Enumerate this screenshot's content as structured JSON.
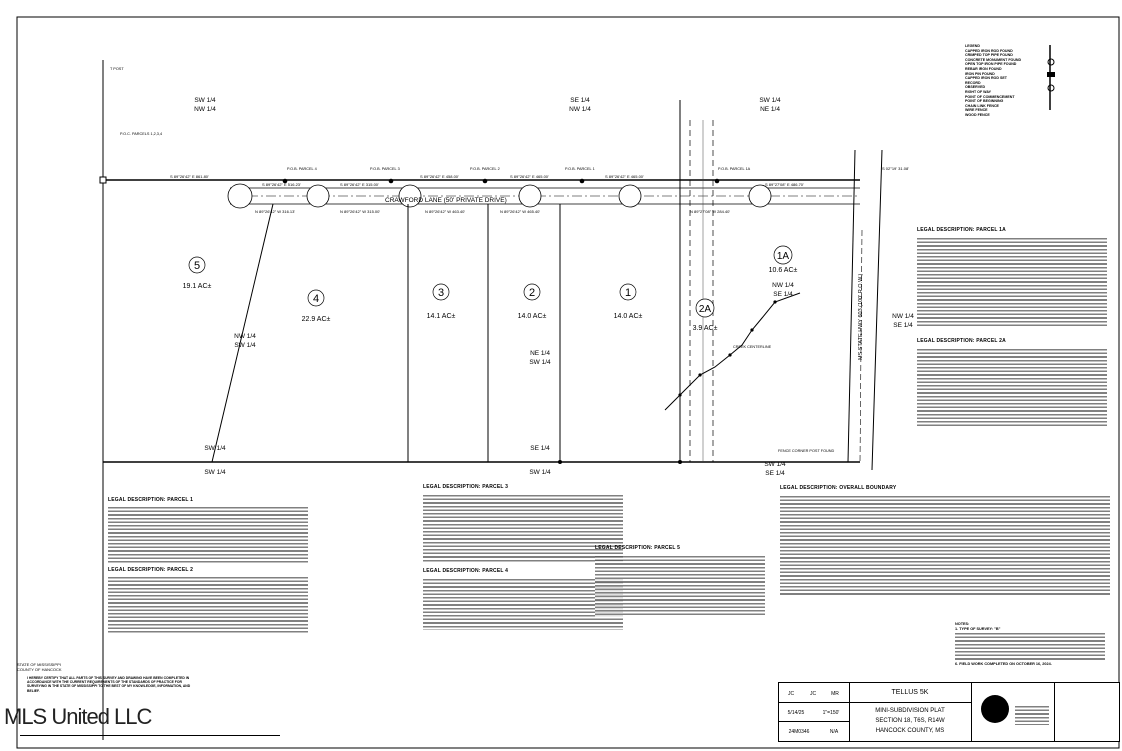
{
  "plat": {
    "road_label": "CRAWFORD LANE (50' PRIVATE DRIVE)",
    "highway_label": "MS STATE HWY 603 (100' R.O.W.)",
    "creek_label": "CREEK CENTERLINE",
    "fence_label": "FENCE CORNER POST FOUND",
    "tpost_label": "T POST",
    "parcels": [
      {
        "id": "5",
        "acres": "19.1 AC±"
      },
      {
        "id": "4",
        "acres": "22.9 AC±"
      },
      {
        "id": "3",
        "acres": "14.1 AC±"
      },
      {
        "id": "2",
        "acres": "14.0 AC±"
      },
      {
        "id": "1",
        "acres": "14.0 AC±"
      },
      {
        "id": "2A",
        "acres": "3.9 AC±"
      },
      {
        "id": "1A",
        "acres": "10.6 AC±"
      }
    ],
    "quarters": [
      {
        "a": "SW 1/4",
        "b": "NW 1/4"
      },
      {
        "a": "SE 1/4",
        "b": "NW 1/4"
      },
      {
        "a": "SW 1/4",
        "b": "NE 1/4"
      },
      {
        "a": "NW 1/4",
        "b": "SW 1/4"
      },
      {
        "a": "NE 1/4",
        "b": "SW 1/4"
      },
      {
        "a": "NW 1/4",
        "b": "SE 1/4"
      },
      {
        "a": "NW 1/4",
        "b": "SE 1/4"
      },
      {
        "a": "SW 1/4",
        "b": "SW 1/4"
      },
      {
        "a": "SE 1/4",
        "b": "SW 1/4"
      },
      {
        "a": "SW 1/4",
        "b": "SE 1/4"
      }
    ],
    "bearings": [
      "S 89°26'42\" E 861.80'",
      "S 89°26'42\" E 516.23'",
      "S 89°26'42\" E 315.00'",
      "S 89°26'42\" E 458.00'",
      "S 89°26'42\" E 465.00'",
      "S 89°26'42\" E 465.00'",
      "S 89°27'08\" E 486.70'",
      "N 89°26'42\" W 316.13'",
      "N 89°26'42\" W 315.00'",
      "N 89°26'42\" W 463.40'",
      "N 89°26'42\" W 465.40'",
      "N 89°27'08\" W 284.40'",
      "S 02°19' 31.08'"
    ],
    "pob_notes": [
      "P.O.B. PARCEL 4",
      "P.O.B. PARCEL 3",
      "P.O.B. PARCEL 2",
      "P.O.B. PARCEL 1",
      "P.O.B. PARCEL 1A",
      "P.O.C. PARCELS 1,2,3,4"
    ]
  },
  "legal": [
    {
      "title": "LEGAL DESCRIPTION: PARCEL 1"
    },
    {
      "title": "LEGAL DESCRIPTION: PARCEL 2"
    },
    {
      "title": "LEGAL DESCRIPTION: PARCEL 3"
    },
    {
      "title": "LEGAL DESCRIPTION: PARCEL 4"
    },
    {
      "title": "LEGAL DESCRIPTION: PARCEL 5"
    },
    {
      "title": "LEGAL DESCRIPTION: OVERALL BOUNDARY"
    },
    {
      "title": "LEGAL DESCRIPTION: PARCEL 1A"
    },
    {
      "title": "LEGAL DESCRIPTION: PARCEL 2A"
    }
  ],
  "state_county": {
    "line1": "STATE OF MISSISSIPPI",
    "line2": "COUNTY OF HANCOCK"
  },
  "certification": "I HEREBY CERTIFY THAT ALL PARTS OF THIS SURVEY AND DRAWING HAVE BEEN COMPLETED IN ACCORDANCE WITH THE CURRENT REQUIREMENTS OF THE STANDARDS OF PRACTICE FOR SURVEYING IN THE STATE OF MISSISSIPPI TO THE BEST OF MY KNOWLEDGE, INFORMATION, AND BELIEF.",
  "notes": {
    "title": "NOTES:",
    "items": [
      "1. TYPE OF SURVEY: \"B\"",
      "6. FIELD WORK COMPLETED ON OCTOBER 16, 2024."
    ]
  },
  "legend": {
    "title": "LEGEND",
    "items": [
      "CAPPED IRON ROD FOUND",
      "CRIMPED TOP PIPE FOUND",
      "CONCRETE MONUMENT FOUND",
      "OPEN TOP IRON PIPE FOUND",
      "REBAR IRON FOUND",
      "IRON PIN FOUND",
      "CAPPED IRON ROD SET",
      "RECORD",
      "OBSERVED",
      "RIGHT OF WAY",
      "POINT OF COMMENCEMENT",
      "POINT OF BEGINNING",
      "CHAIN LINK FENCE",
      "WIRE FENCE",
      "WOOD FENCE"
    ]
  },
  "title_block": {
    "drawn": "JC",
    "checked": "JC",
    "approved": "MR",
    "date": "5/14/25",
    "scale": "1\"=150'",
    "job": "24M0346",
    "sheet": "N/A",
    "client": "TELLUS 5K",
    "title1": "MINI-SUBDIVISION PLAT",
    "title2": "SECTION 18, T6S, R14W",
    "title3": "HANCOCK COUNTY, MS"
  },
  "watermark": "MLS United LLC"
}
